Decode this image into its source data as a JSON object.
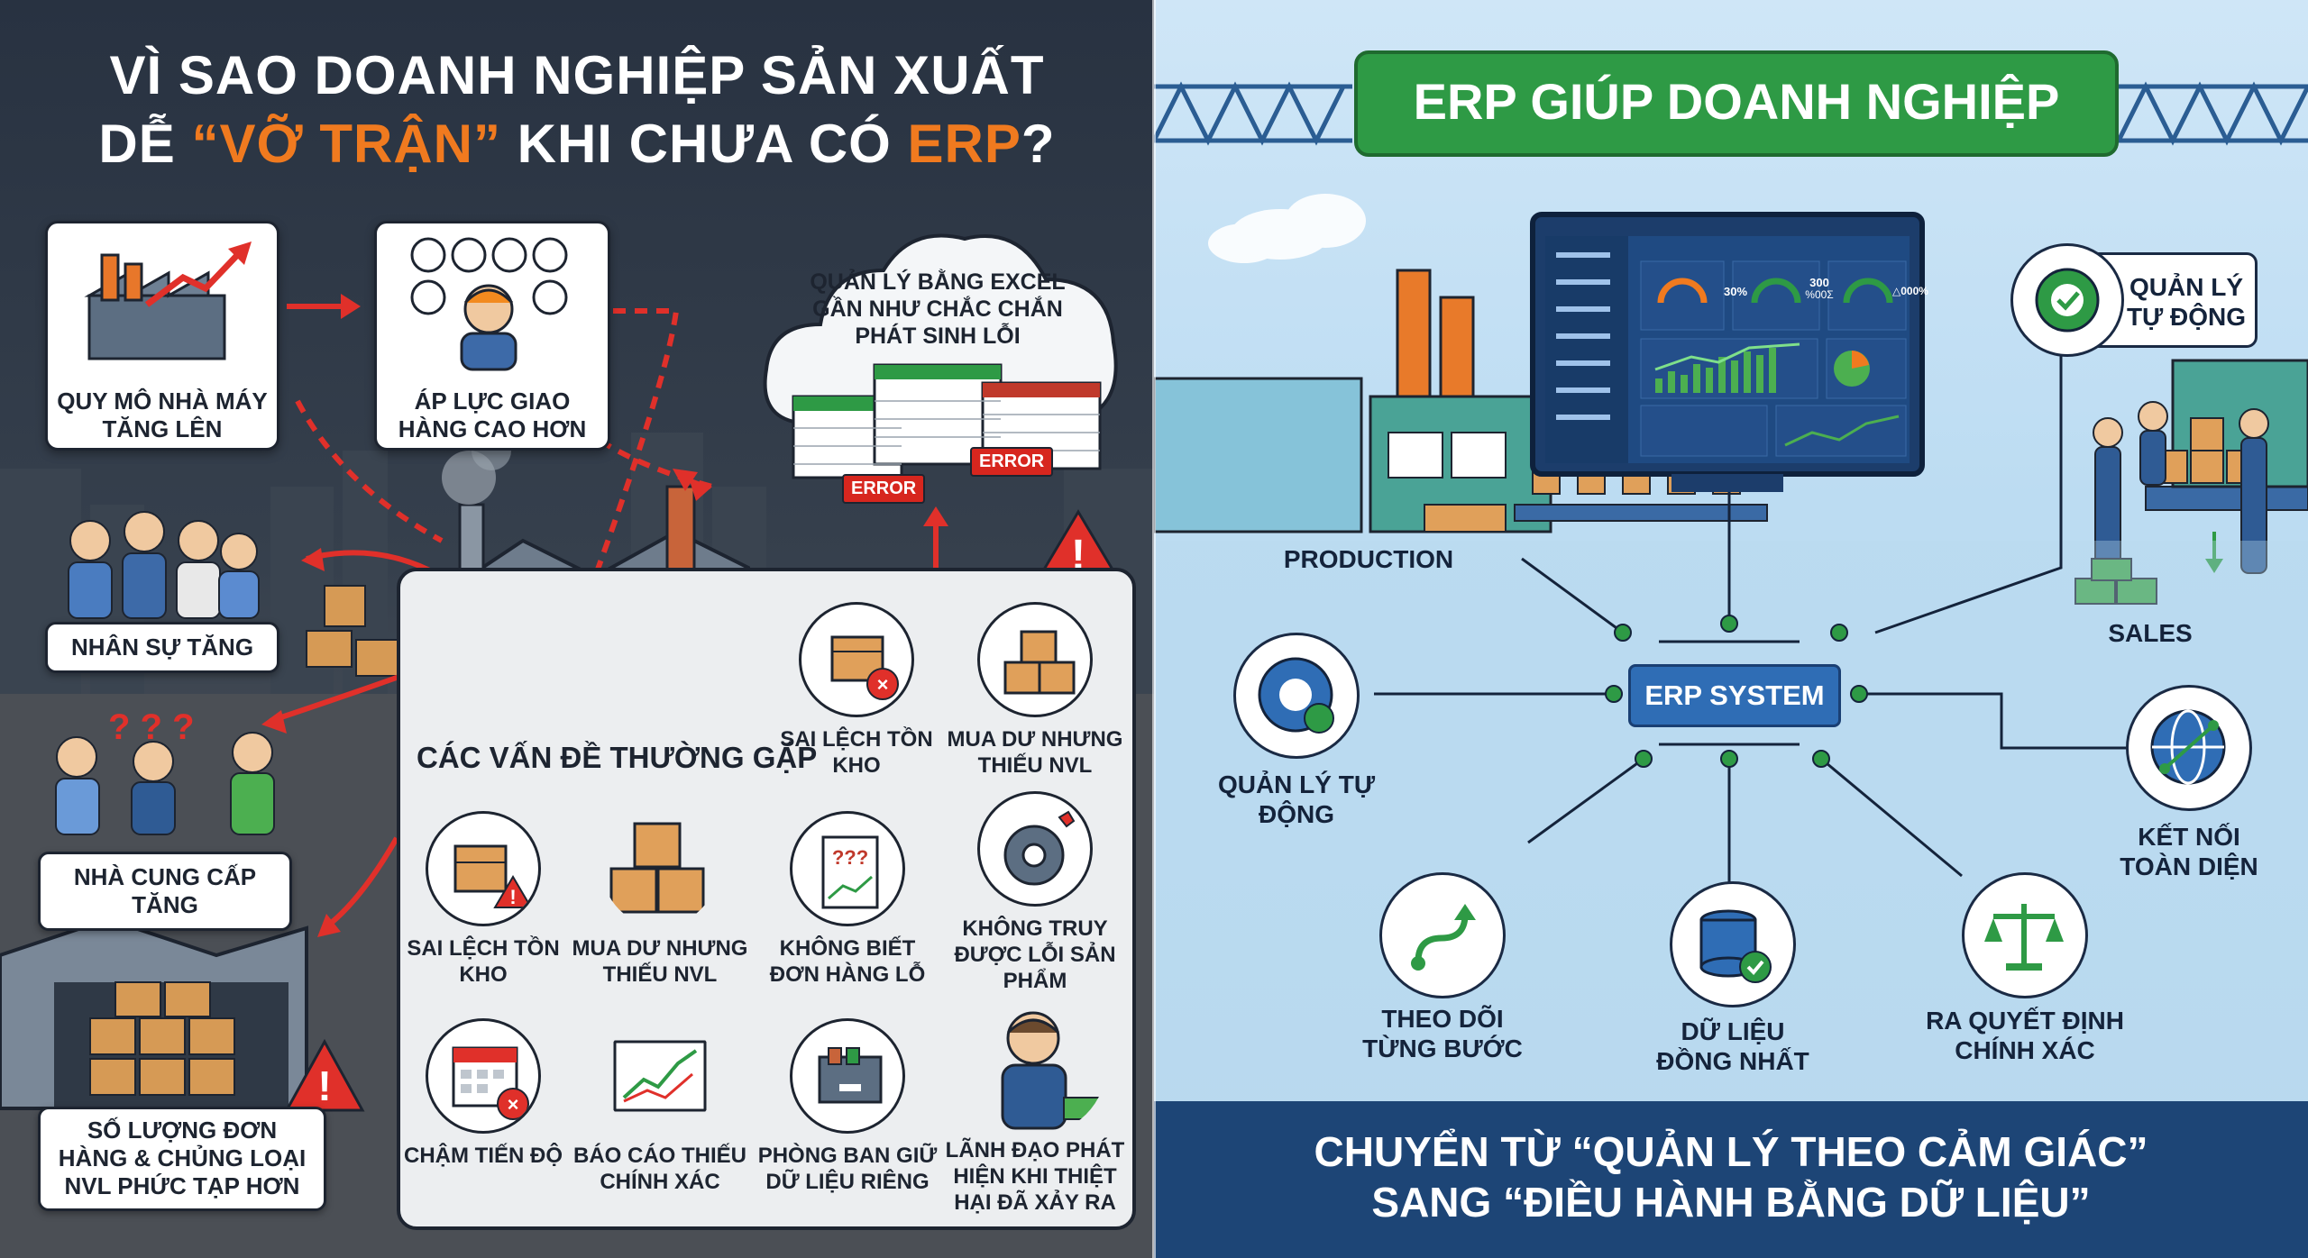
{
  "left": {
    "title_line1": "VÌ SAO DOANH NGHIỆP SẢN XUẤT",
    "title_line2_pre": "DỄ ",
    "title_line2_hl": "“VỠ TRẬN”",
    "title_line2_mid": " KHI CHƯA CÓ ",
    "title_line2_erp": "ERP",
    "title_line2_end": "?",
    "causes": {
      "factory_scale": "QUY MÔ NHÀ MÁY TĂNG LÊN",
      "delivery_pressure": "ÁP LỰC GIAO HÀNG CAO HƠN",
      "staff_increase": "NHÂN SỰ TĂNG",
      "suppliers_increase": "NHÀ CUNG CẤP TĂNG",
      "orders_complex": "SỐ LƯỢNG ĐƠN HÀNG & CHỦNG LOẠI NVL PHỨC TẠP HƠN"
    },
    "excel_cloud": {
      "text": "QUẢN LÝ BẰNG EXCEL GẦN NHƯ CHẮC CHẮN PHÁT SINH LỖI",
      "error1": "ERROR",
      "error2": "ERROR"
    },
    "problems": {
      "title": "CÁC VẤN ĐỀ THƯỜNG GẶP",
      "items": [
        {
          "label": "SAI LỆCH TỒN KHO",
          "icon": "inventory-error-icon"
        },
        {
          "label": "MUA DƯ NHƯNG THIẾU NVL",
          "icon": "boxes-icon"
        },
        {
          "label": "SAI LỆCH TỒN KHO",
          "icon": "inventory-warning-icon"
        },
        {
          "label": "MUA DƯ NHƯNG THIẾU NVL",
          "icon": "boxes-stack-icon"
        },
        {
          "label": "KHÔNG BIẾT ĐƠN HÀNG LỖ",
          "icon": "unknown-order-icon"
        },
        {
          "label": "KHÔNG TRUY ĐƯỢC LỖI SẢN PHẨM",
          "icon": "broken-gear-icon"
        },
        {
          "label": "CHẬM TIẾN ĐỘ",
          "icon": "calendar-delay-icon"
        },
        {
          "label": "BÁO CÁO THIẾU CHÍNH XÁC",
          "icon": "report-chart-icon"
        },
        {
          "label": "PHÒNG BAN GIỮ DỮ LIỆU RIÊNG",
          "icon": "locked-folder-icon"
        },
        {
          "label": "LÃNH ĐẠO PHÁT HIỆN KHI THIỆT HẠI ĐÃ XẢY RA",
          "icon": "stressed-leader-icon"
        }
      ]
    }
  },
  "right": {
    "title": "ERP GIÚP DOANH NGHIỆP",
    "dashboard": {
      "gauge1": "30%",
      "gauge2": "300",
      "gauge2_sub": "%00Σ",
      "gauge3": "△000%"
    },
    "production": "PRODUCTION",
    "sales": "SALES",
    "erp_system": "ERP SYSTEM",
    "benefits": {
      "auto_top": "QUẢN LÝ TỰ ĐỘNG",
      "auto_left": "QUẢN LÝ TỰ ĐỘNG",
      "connect": "KẾT NỐI TOÀN DIỆN",
      "track": "THEO DÕI TỪNG BƯỚC",
      "data": "DỮ LIỆU ĐỒNG NHẤT",
      "decision": "RA QUYẾT ĐỊNH CHÍNH XÁC"
    },
    "bottom_line1": "CHUYỂN TỪ “QUẢN LÝ THEO CẢM GIÁC”",
    "bottom_line2": "SANG “ĐIỀU HÀNH BẰNG DỮ LIỆU”"
  },
  "colors": {
    "orange": "#f07a1f",
    "red": "#e0302a",
    "green": "#2e9a45",
    "navy": "#1d4576",
    "erp_blue": "#2f6db5"
  }
}
